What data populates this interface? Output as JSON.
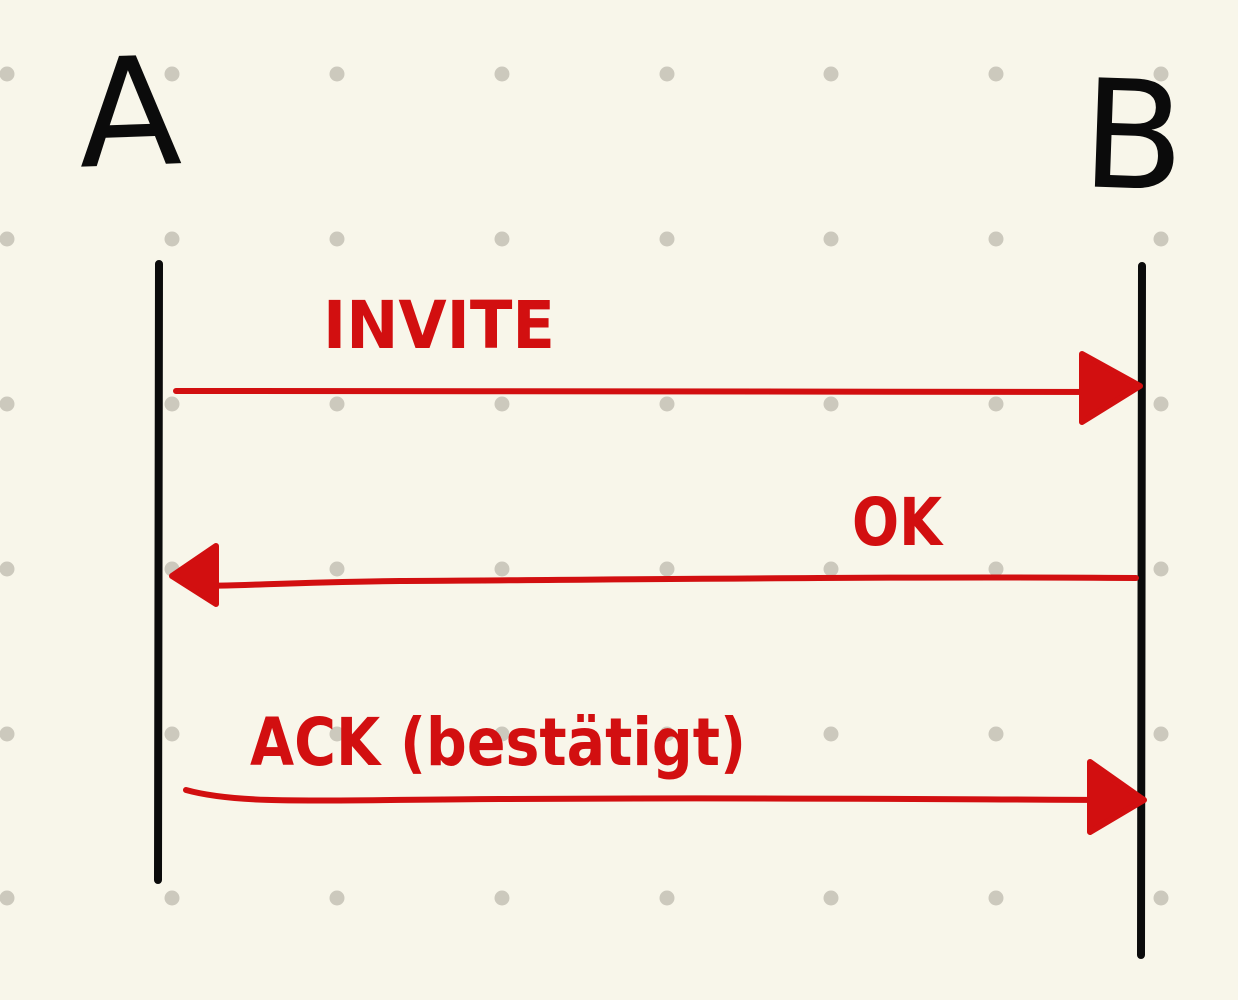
{
  "participants": [
    {
      "label": "A"
    },
    {
      "label": "B"
    }
  ],
  "messages": [
    {
      "label": "INVITE",
      "from": "A",
      "to": "B"
    },
    {
      "label": "OK",
      "from": "B",
      "to": "A"
    },
    {
      "label": "ACK (bestätigt)",
      "from": "A",
      "to": "B"
    }
  ],
  "colors": {
    "background": "#f8f6ea",
    "dot": "#ccc9bd",
    "lifeline": "#0b0b0b",
    "message": "#d20f10"
  }
}
